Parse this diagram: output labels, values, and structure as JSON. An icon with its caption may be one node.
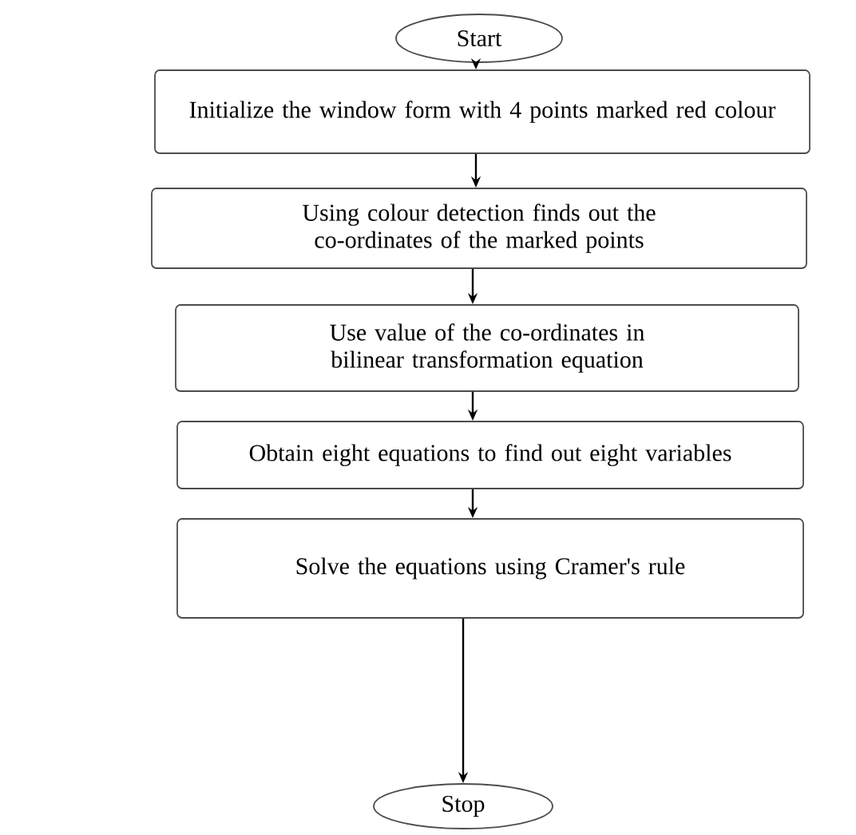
{
  "diagram": {
    "nodes": [
      {
        "text": [
          "Start"
        ]
      },
      {
        "text": [
          "Initialize the window form with 4 points marked red colour"
        ]
      },
      {
        "text": [
          "Using colour detection finds out the co-ordinates of the marked points"
        ]
      },
      {
        "text": [
          "Use value of the co-ordinates in bilinear transformation equation"
        ]
      },
      {
        "text": [
          "Obtain eight equations to find out eight variables"
        ]
      },
      {
        "text": [
          "Solve the equations using Cramer's rule"
        ]
      },
      {
        "text": [
          "Stop"
        ]
      }
    ],
    "edges": [
      {
        "from": 0,
        "to": 1,
        "arrow": "to"
      },
      {
        "from": 1,
        "to": 2,
        "arrow": "to"
      },
      {
        "from": 2,
        "to": 3,
        "arrow": "to"
      },
      {
        "from": 3,
        "to": 4,
        "arrow": "to"
      },
      {
        "from": 4,
        "to": 5,
        "arrow": "to"
      },
      {
        "from": 5,
        "to": 6,
        "arrow": "to"
      }
    ]
  }
}
